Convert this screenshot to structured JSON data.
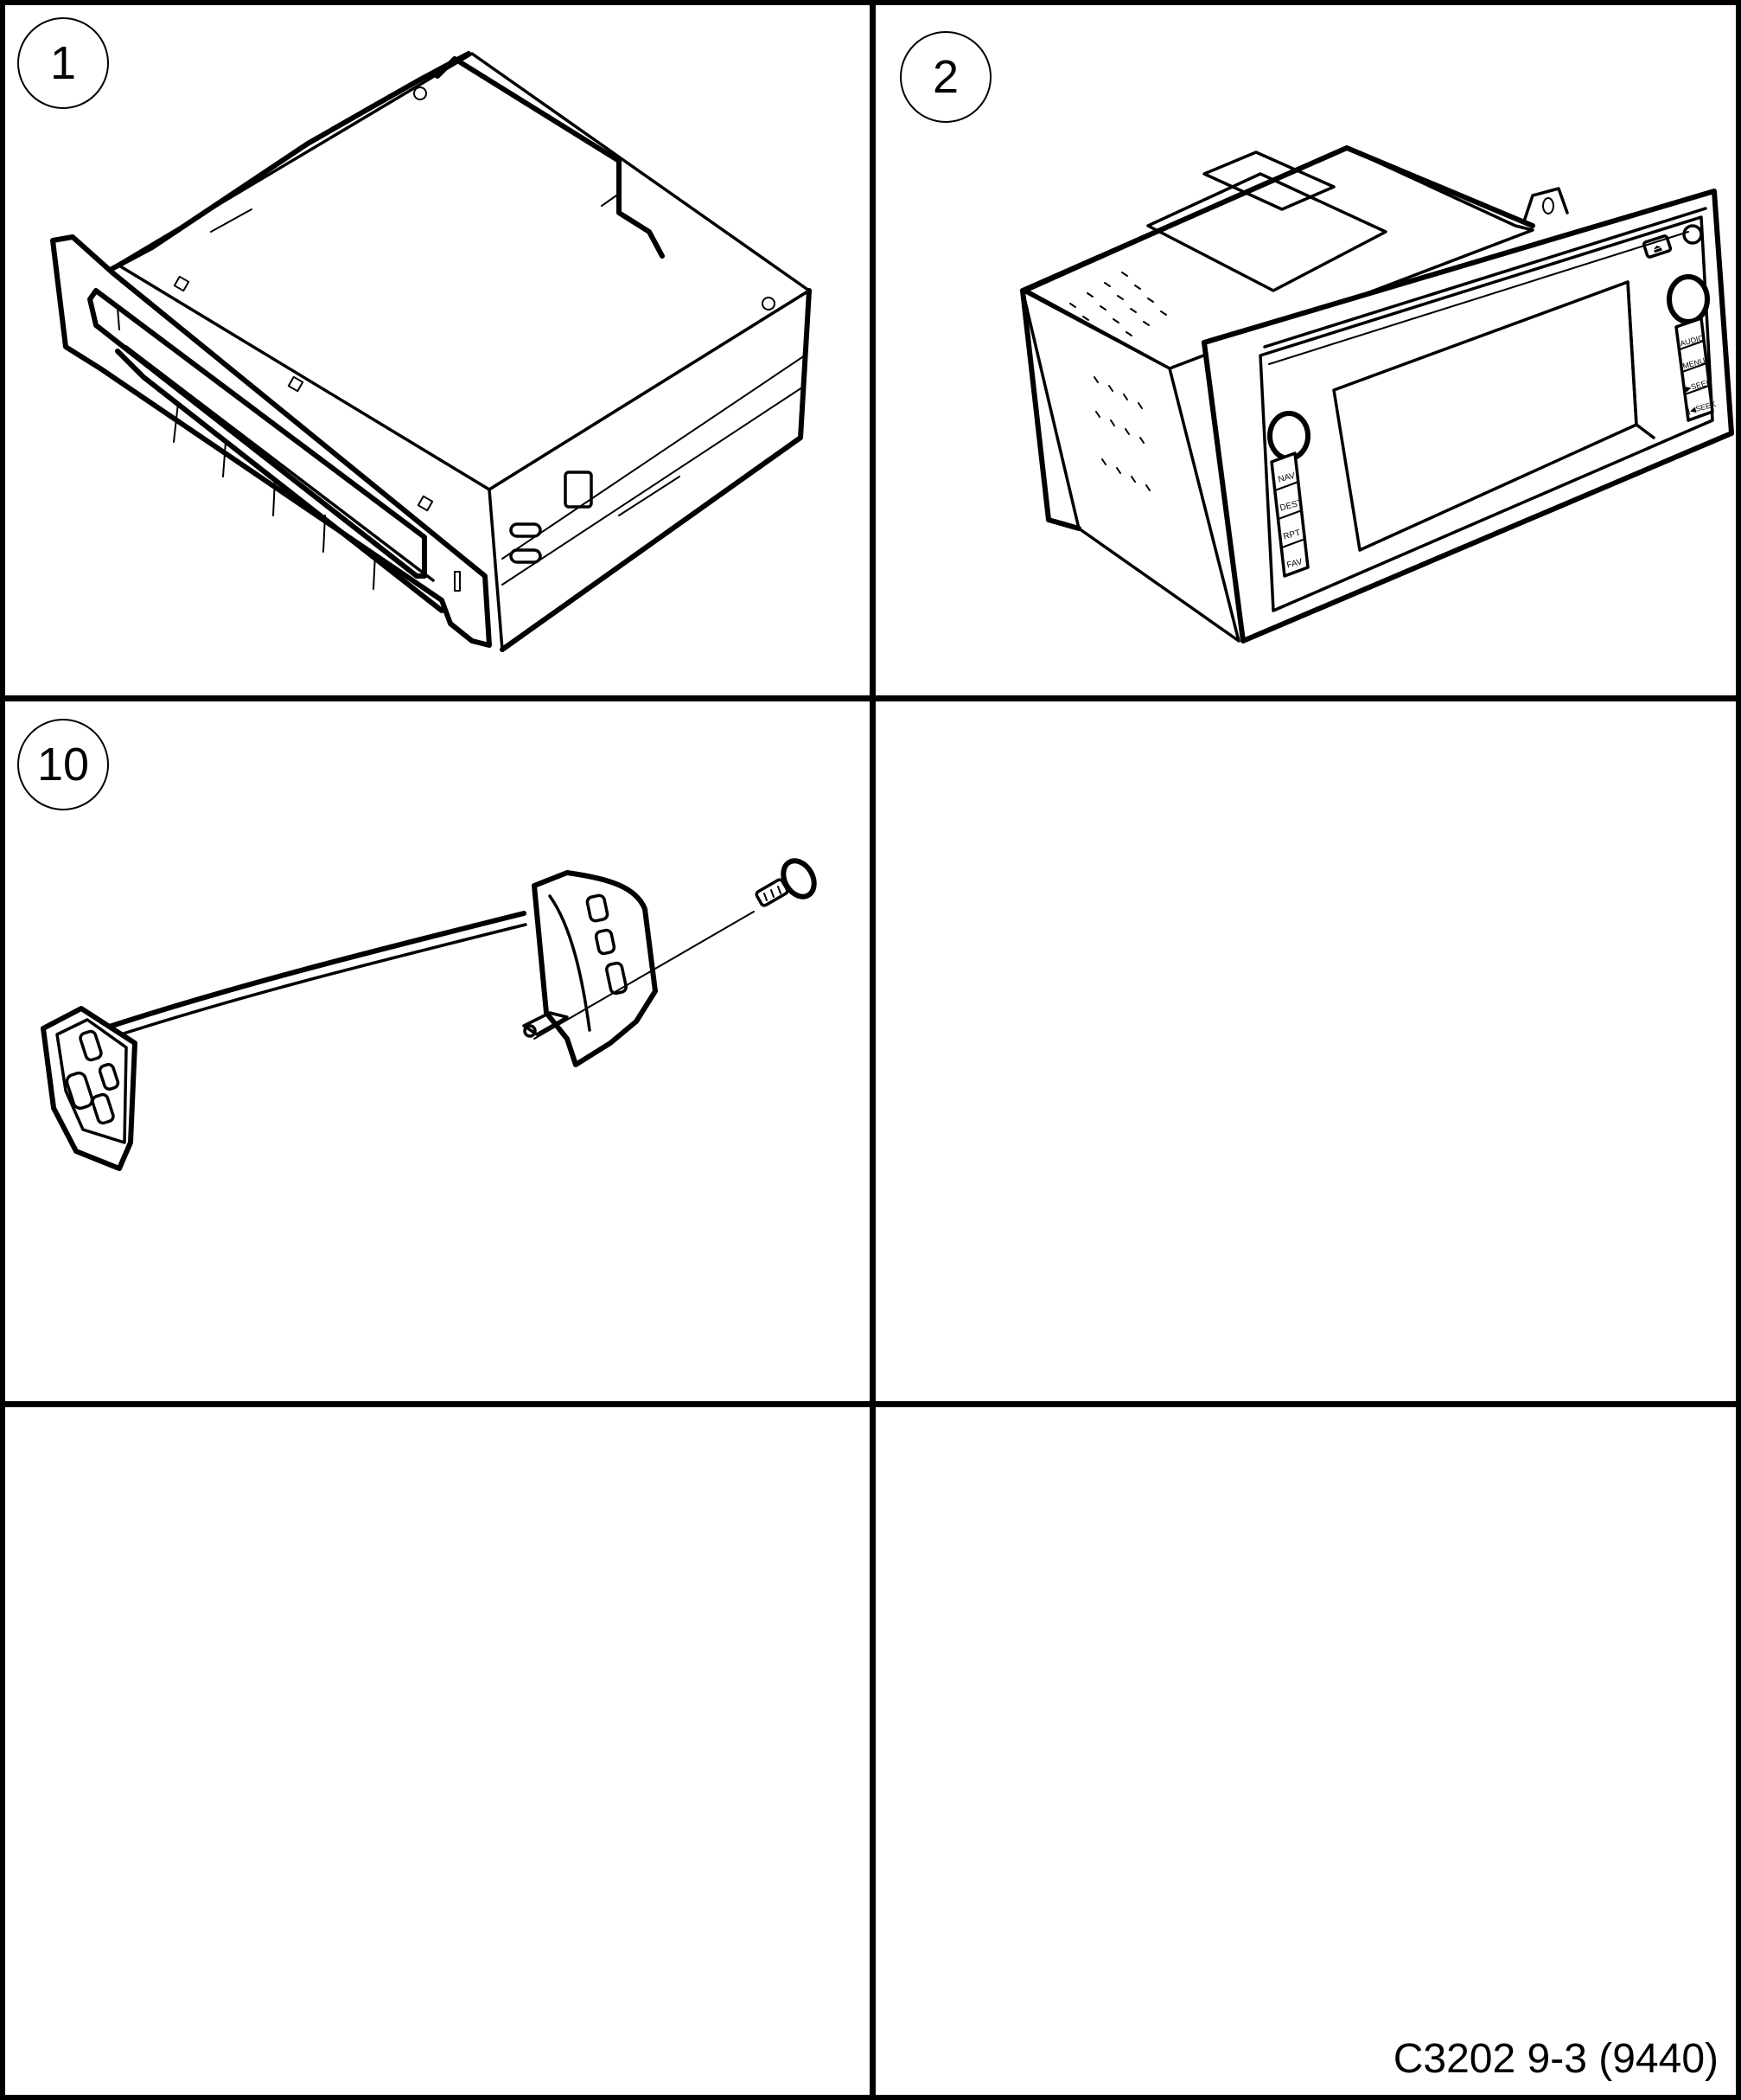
{
  "sheet": {
    "reference_code": "C3202 9-3 (9440)",
    "grid": {
      "rows": 3,
      "columns": 2
    }
  },
  "cells": [
    {
      "position": "row1-col1",
      "callout": "1",
      "part": "cd-changer-unit-drawing"
    },
    {
      "position": "row1-col2",
      "callout": "2",
      "part": "navigation-head-unit-drawing",
      "left_buttons": [
        "NAV",
        "DEST",
        "RPT",
        "FAV"
      ],
      "right_buttons": [
        "AUDIO",
        "MENU",
        "▶SEEK",
        "|◀SEEK"
      ]
    },
    {
      "position": "row2-col1",
      "callout": "10",
      "part": "steering-wheel-control-switches-with-cable-and-screw-drawing"
    },
    {
      "position": "row2-col2",
      "callout": null
    },
    {
      "position": "row3-col1",
      "callout": null
    },
    {
      "position": "row3-col2",
      "callout": null
    }
  ]
}
